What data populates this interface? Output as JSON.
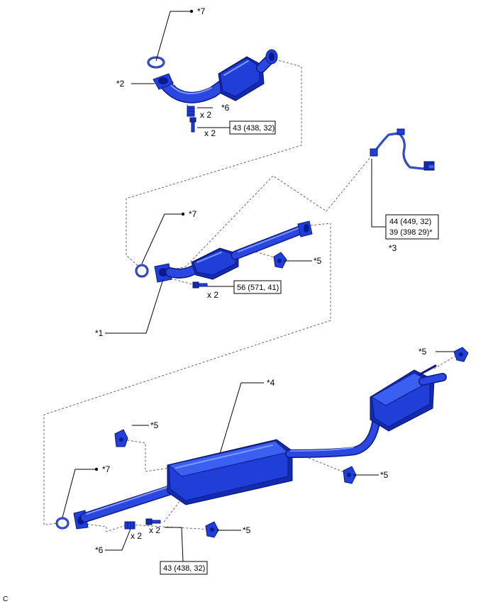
{
  "labels": {
    "l7a": "*7",
    "l2": "*2",
    "l6a": "*6",
    "x2a": "x 2",
    "x2b": "x 2",
    "t1": "43 (438, 32)",
    "l7b": "*7",
    "t2a": "44 (449, 32)",
    "t2b": "39 (398 29)*",
    "l3": "*3",
    "l5a": "*5",
    "t3": "56 (571, 41)",
    "x2c": "x 2",
    "l1": "*1",
    "l5b": "*5",
    "l4": "*4",
    "l5c": "*5",
    "l7c": "*7",
    "l5d": "*5",
    "l6b": "*6",
    "x2d": "x 2",
    "x2e": "x 2",
    "l5e": "*5",
    "t4": "43 (438, 32)",
    "corner": "C"
  },
  "colors": {
    "part": "#1f3fd8",
    "part_dark": "#142bb0",
    "part_light": "#3b5ff0",
    "outline": "#0a1a8a"
  }
}
